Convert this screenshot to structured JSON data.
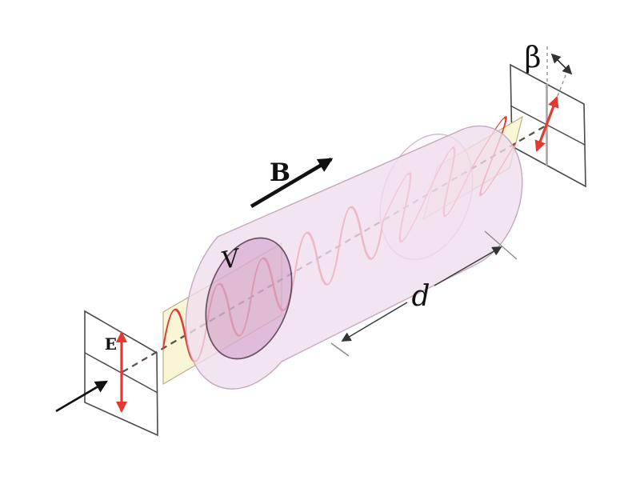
{
  "figure": {
    "title_hidden": "",
    "labels": {
      "electric_field": "E",
      "magnetic_field": "B",
      "medium": "V",
      "distance": "d",
      "rotation_angle": "β"
    },
    "colors": {
      "wave": "#e23a30",
      "polarization_arrow": "#e23a30",
      "field_arrow": "#111111",
      "plane_fill": "#f9f6d8",
      "plane_stroke": "#b8b183",
      "cylinder_body_fill": "rgba(240,221,238,0.78)",
      "cylinder_cap_fill": "#ebd3e7",
      "cylinder_stroke": "#6d5a6b",
      "beam_dash": "#5f5048",
      "panel_stroke": "#4a4a4a",
      "background": "#ffffff"
    }
  }
}
